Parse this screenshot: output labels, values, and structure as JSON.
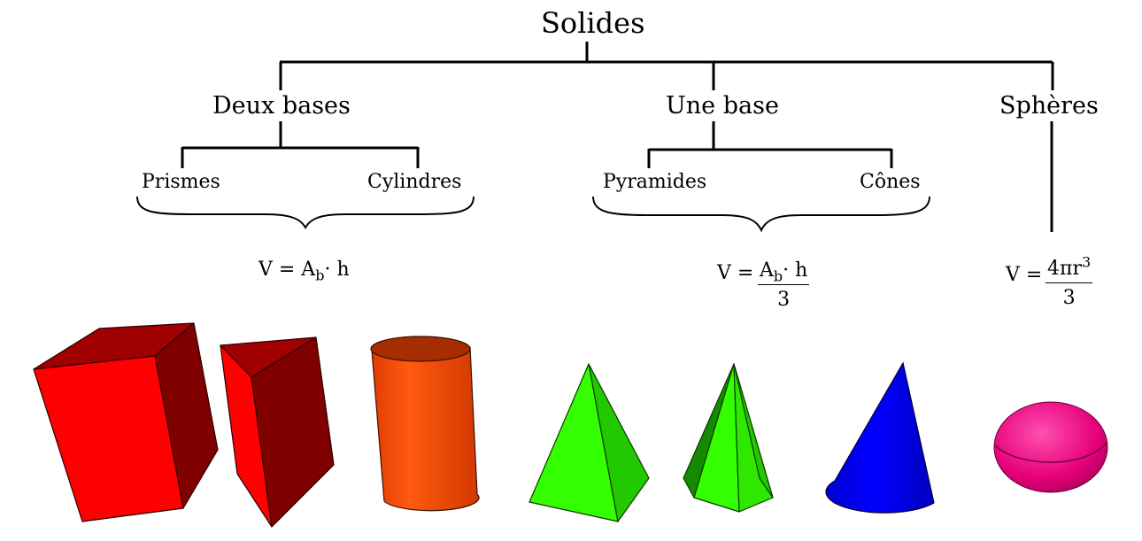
{
  "root": "Solides",
  "categories": {
    "deux_bases": "Deux bases",
    "une_base": "Une base",
    "spheres": "Sphères"
  },
  "subcategories": {
    "prismes": "Prismes",
    "cylindres": "Cylindres",
    "pyramides": "Pyramides",
    "cones": "Cônes"
  },
  "formulas": {
    "prism": {
      "v": "V = A",
      "sub": "b",
      "mult": "· h"
    },
    "pyramid": {
      "v": "V =",
      "num_a": "A",
      "num_sub": "b",
      "num_mult": "· h",
      "den": "3"
    },
    "sphere": {
      "v": "V =",
      "num": "4πr",
      "num_sup": "3",
      "den": "3"
    }
  },
  "colors": {
    "prism_front": "#ff0000",
    "prism_dark": "#800000",
    "prism_top": "#a00000",
    "cylinder_body": "#ff4d00",
    "cylinder_top": "#a62d00",
    "pyramid_light": "#33ff00",
    "pyramid_mid": "#22c800",
    "pyramid_dark": "#158a00",
    "cone": "#0000ff",
    "sphere": "#ff1493"
  }
}
